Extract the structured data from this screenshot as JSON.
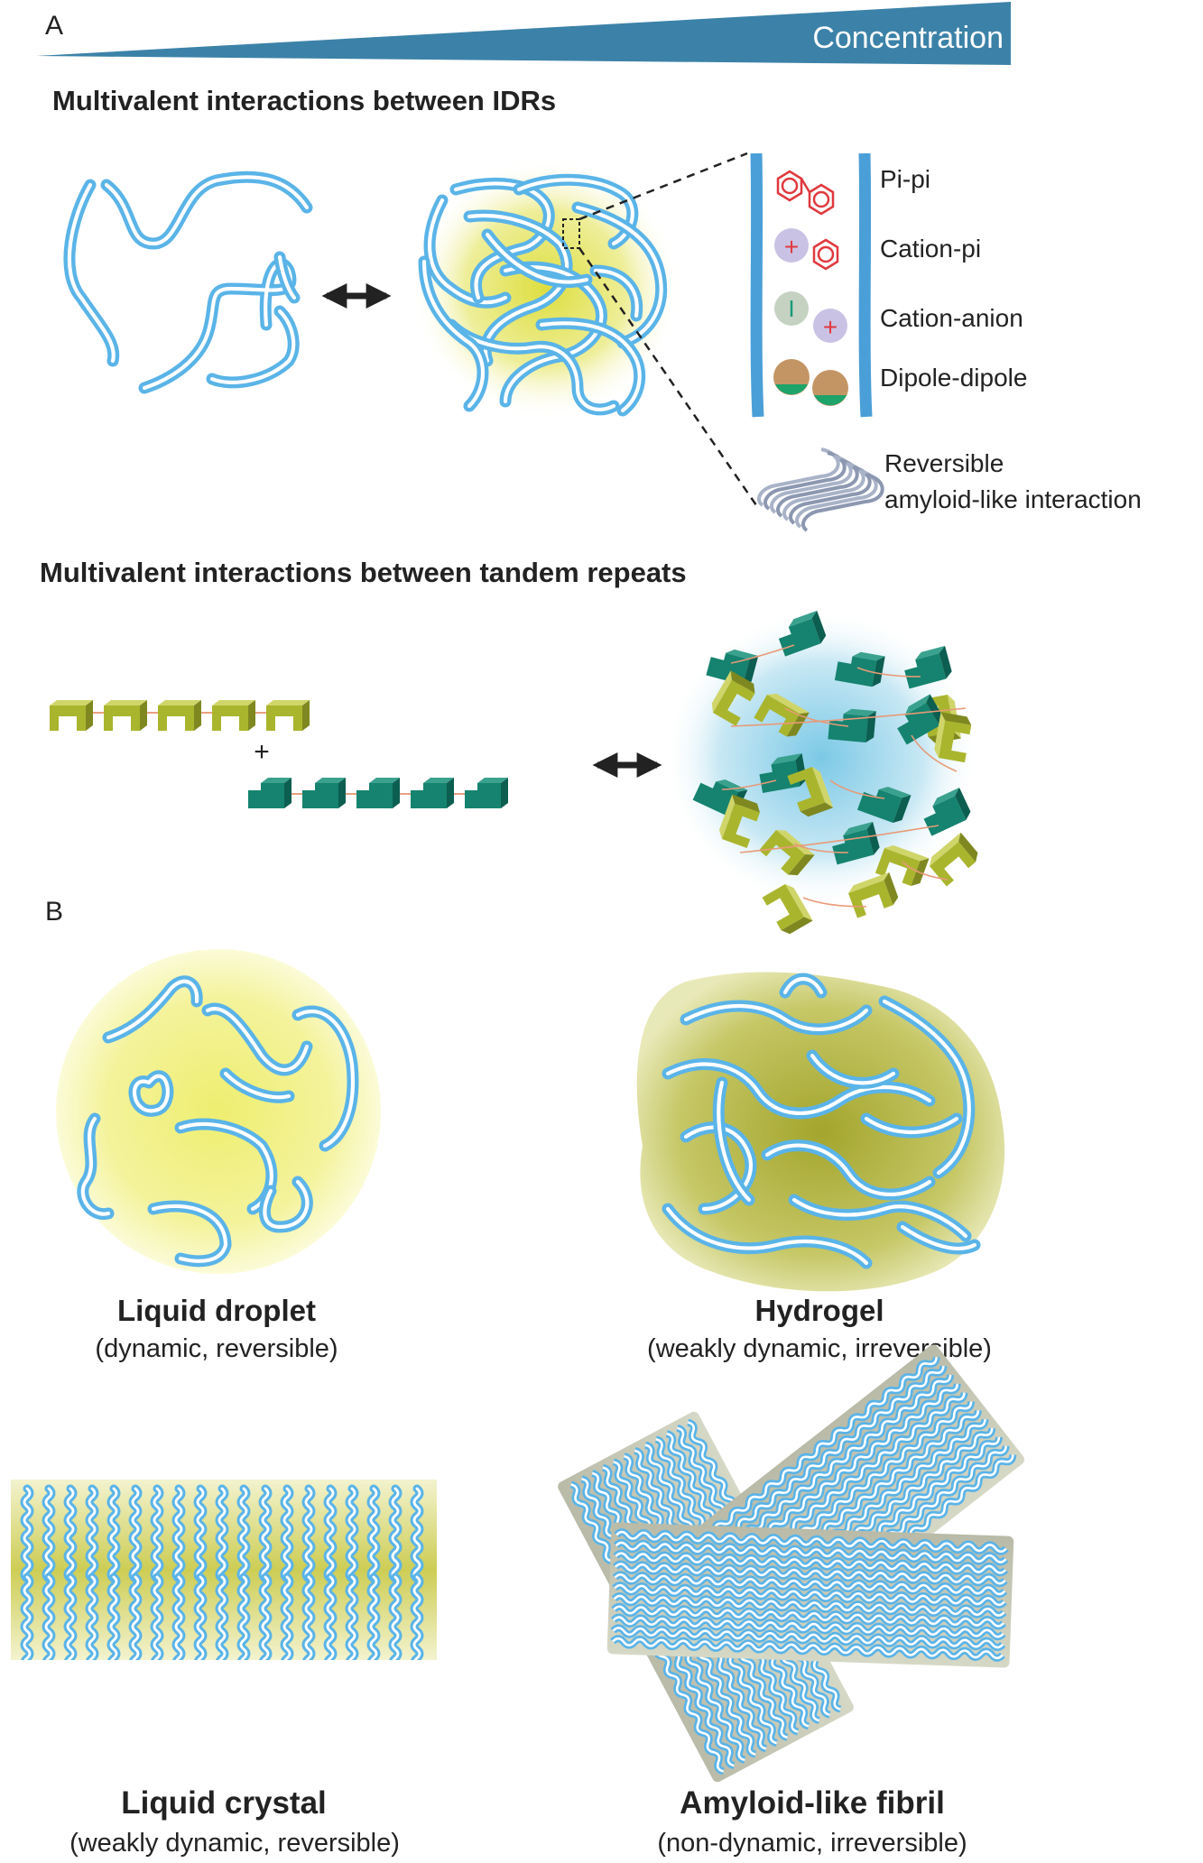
{
  "panel_a": {
    "label": "A",
    "concentration_label": "Concentration",
    "idr_title": "Multivalent interactions between IDRs",
    "interactions": [
      "Pi-pi",
      "Cation-pi",
      "Cation-anion",
      "Dipole-dipole"
    ],
    "amyloid_interaction": [
      "Reversible",
      "amyloid-like interaction"
    ],
    "tandem_title": "Multivalent interactions between tandem repeats",
    "plus": "+"
  },
  "panel_b": {
    "label": "B",
    "states": [
      {
        "name": "Liquid droplet",
        "desc": "(dynamic, reversible)"
      },
      {
        "name": "Hydrogel",
        "desc": "(weakly dynamic, irreversible)"
      },
      {
        "name": "Liquid crystal",
        "desc": "(weakly dynamic, reversible)"
      },
      {
        "name": "Amyloid-like fibril",
        "desc": "(non-dynamic, irreversible)"
      }
    ]
  },
  "colors": {
    "strand_blue": "#5ab4e8",
    "banner_blue": "#3c82a8",
    "droplet_yellow": "#f0ef80",
    "hydrogel_olive": "#b3b43c",
    "repeat_green": "#15836f",
    "repeat_yellow": "#aab52e",
    "pi_red": "#e0393e"
  }
}
